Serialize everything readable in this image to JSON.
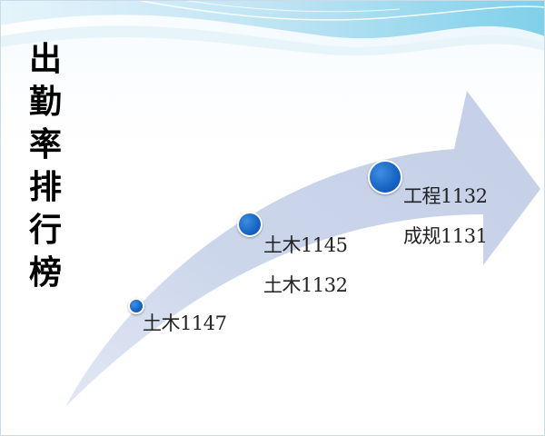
{
  "slide": {
    "title_chars": [
      "出",
      "勤",
      "率",
      "排",
      "行",
      "榜"
    ],
    "entries": [
      {
        "label": "土木1147"
      },
      {
        "label": "土木1145"
      },
      {
        "label": "土木1132"
      },
      {
        "label": "工程1132"
      },
      {
        "label": "成规1131"
      }
    ]
  },
  "colors": {
    "arrow_fill": "#c9d4ea",
    "node_blue": "#1563c4",
    "wave_cyan": "#7fd0ea",
    "wave_light": "#cfe9f6"
  }
}
